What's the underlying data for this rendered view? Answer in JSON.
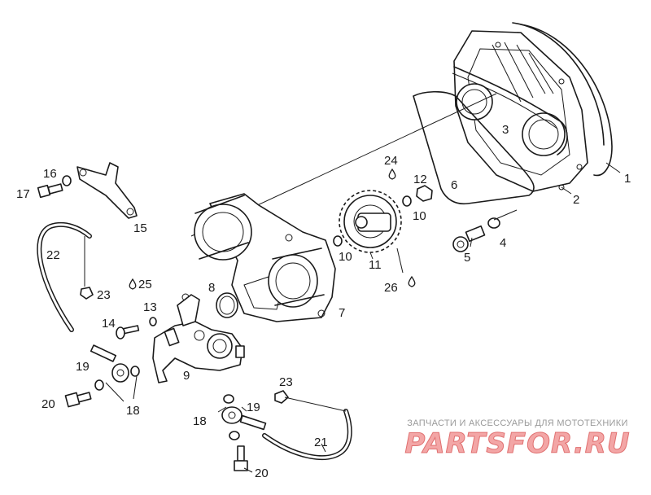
{
  "watermark": {
    "tagline": "ЗАПЧАСТИ И АКСЕССУАРЫ ДЛЯ МОТОТЕХНИКИ",
    "brand": "PARTSFOR.RU",
    "brand_color": "#f3a6a6"
  },
  "callouts": {
    "c1": "1",
    "c2": "2",
    "c3": "3",
    "c4": "4",
    "c5": "5",
    "c6": "6",
    "c7": "7",
    "c8": "8",
    "c9": "9",
    "c10a": "10",
    "c10b": "10",
    "c11": "11",
    "c12": "12",
    "c13": "13",
    "c14": "14",
    "c15": "15",
    "c16": "16",
    "c17": "17",
    "c18a": "18",
    "c18b": "18",
    "c19a": "19",
    "c19b": "19",
    "c20a": "20",
    "c20b": "20",
    "c21": "21",
    "c22": "22",
    "c23a": "23",
    "c23b": "23",
    "c24": "24",
    "c25": "25",
    "c26": "26"
  }
}
